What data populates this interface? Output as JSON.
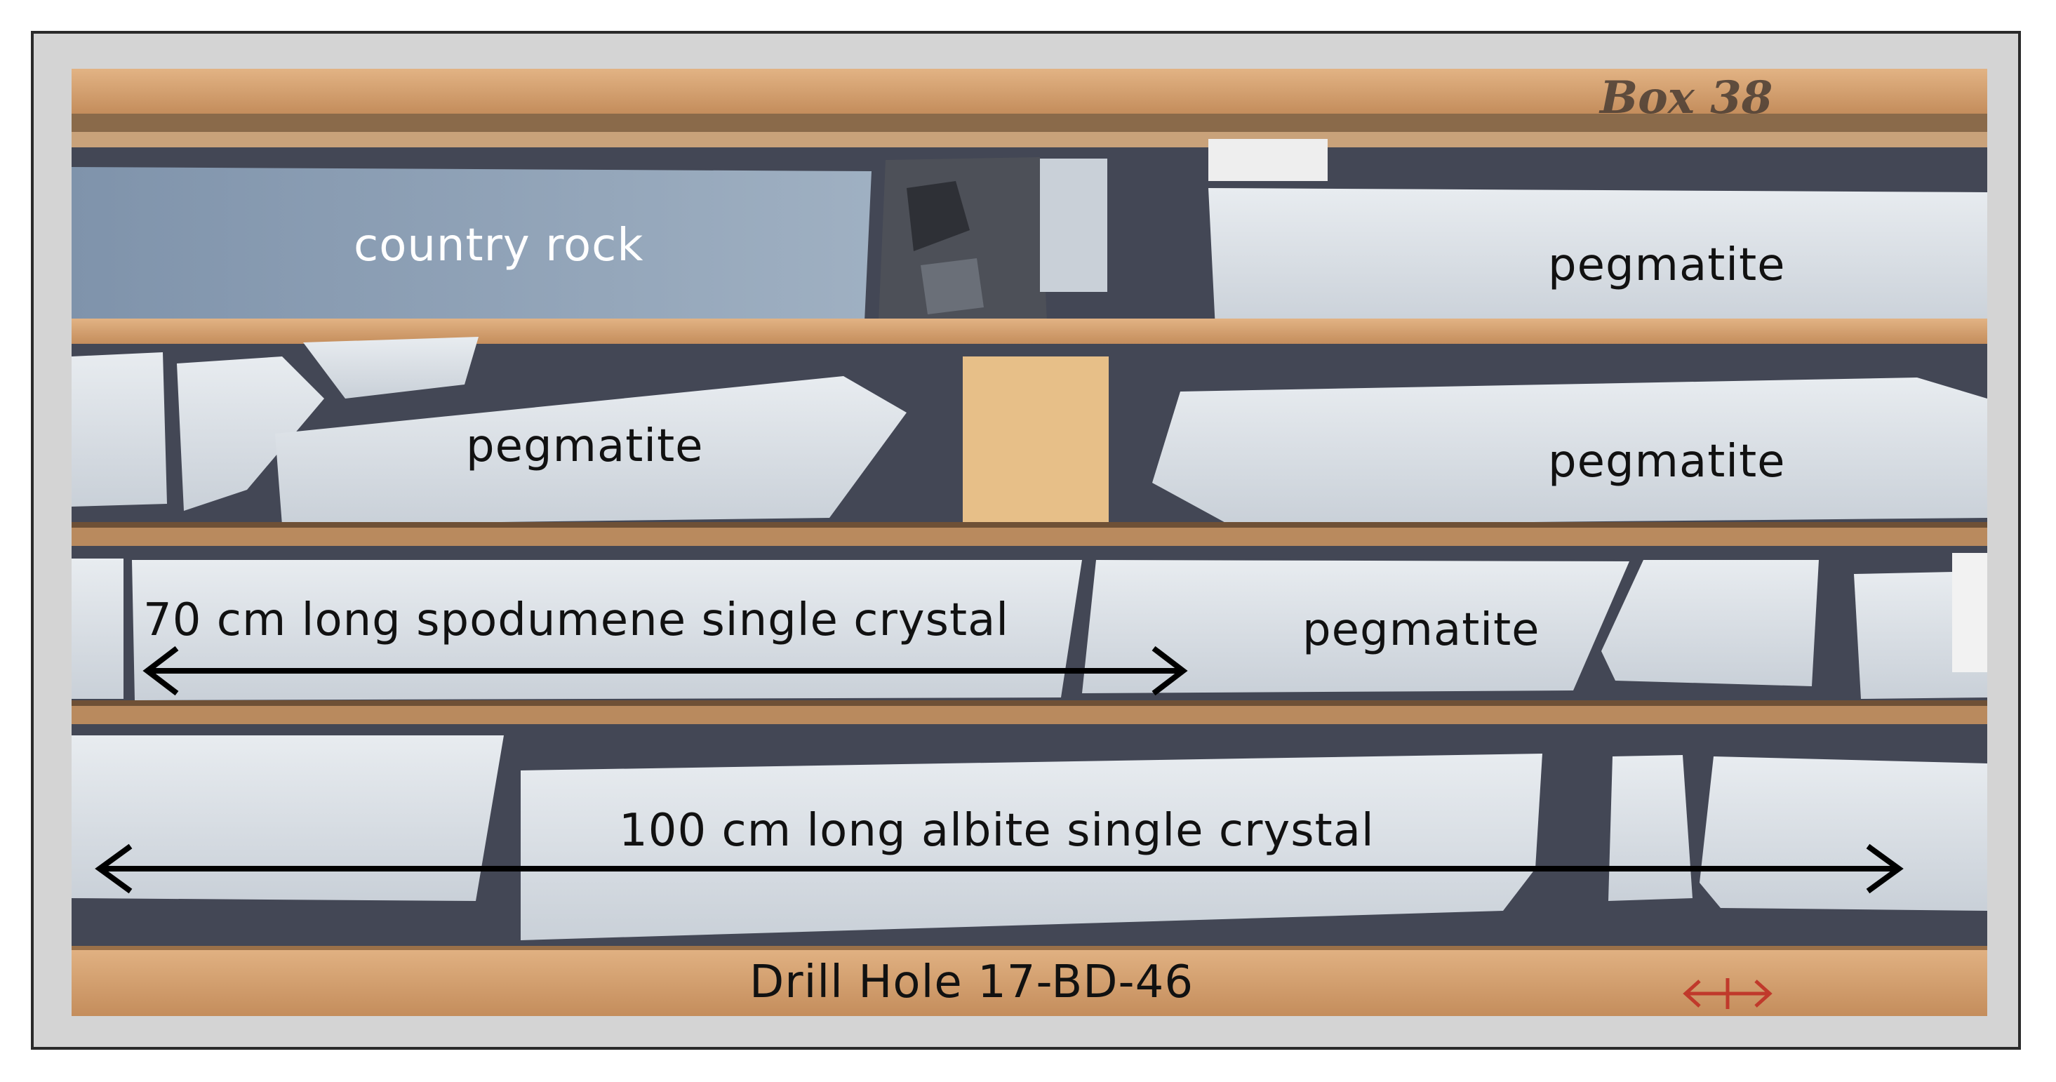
{
  "labels": {
    "country_rock": "country rock",
    "pegmatite_1": "pegmatite",
    "pegmatite_2": "pegmatite",
    "pegmatite_3": "pegmatite",
    "pegmatite_4": "pegmatite",
    "spodumene": "70 cm long spodumene single crystal",
    "albite": "100 cm long albite single crystal",
    "drill_hole": "Drill Hole 17-BD-46"
  },
  "box_marking": "Box 38",
  "colors": {
    "frame": "#d4d4d4",
    "wood": "#d9a877",
    "tray": "#3d4a66",
    "core": "#dfe3e8"
  }
}
